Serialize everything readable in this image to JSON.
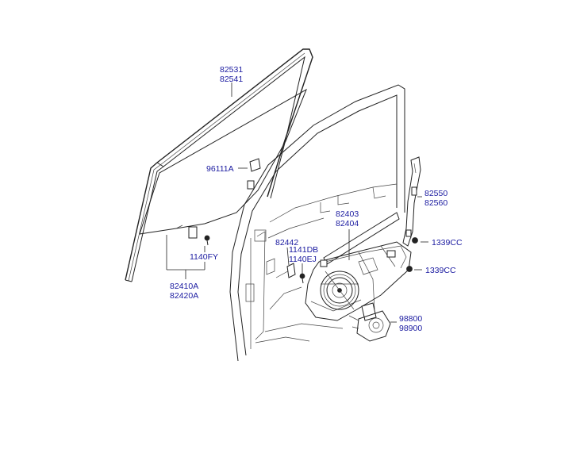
{
  "labels": {
    "channel_a": "82531",
    "channel_b": "82541",
    "clip": "96111A",
    "glass_bolt": "1140FY",
    "glass_a": "82410A",
    "glass_b": "82420A",
    "rail_a": "82550",
    "rail_b": "82560",
    "regulator_a": "82403",
    "regulator_b": "82404",
    "bolt_1339_top": "1339CC",
    "bolt_1339_bottom": "1339CC",
    "grommet": "82442",
    "bolt_1141": "1141DB",
    "bolt_1140": "1140EJ",
    "motor_a": "98800",
    "motor_b": "98900"
  }
}
